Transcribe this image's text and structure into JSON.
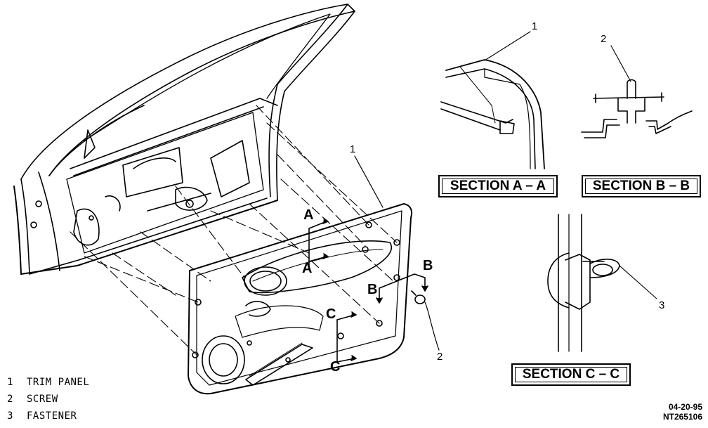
{
  "sections": {
    "aa": "SECTION A – A",
    "bb": "SECTION B – B",
    "cc": "SECTION C – C"
  },
  "callouts": {
    "c1_section": "1",
    "c2_section": "2",
    "c3_section": "3",
    "c1_panel": "1",
    "c2_panel": "2"
  },
  "cut_letters": {
    "a_top": "A",
    "a_bottom": "A",
    "b_right": "B",
    "b_left": "B",
    "c_top": "C",
    "c_bottom": "C"
  },
  "legend": [
    {
      "num": "1",
      "label": "TRIM PANEL"
    },
    {
      "num": "2",
      "label": "SCREW"
    },
    {
      "num": "3",
      "label": "FASTENER"
    }
  ],
  "doc": {
    "date": "04-20-95",
    "code": "NT265106"
  },
  "colors": {
    "ink": "#000000",
    "paper": "#ffffff"
  }
}
